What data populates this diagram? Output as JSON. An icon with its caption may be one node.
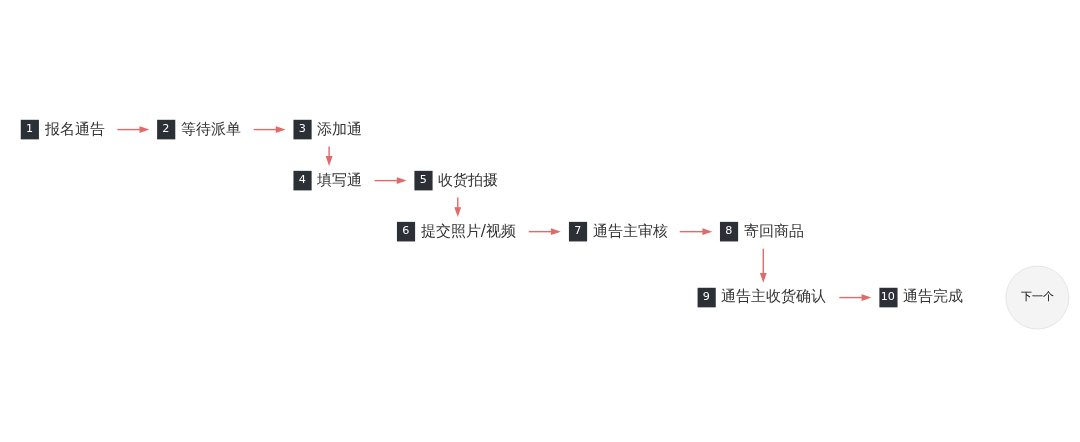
{
  "diagram": {
    "nodes": [
      {
        "text": [
          "1",
          "报名通告"
        ]
      },
      {
        "text": [
          "2",
          "等待派单"
        ]
      },
      {
        "text": [
          "3",
          "添加通"
        ]
      },
      {
        "text": [
          "4",
          "填写通"
        ]
      },
      {
        "text": [
          "5",
          "收货拍摄"
        ]
      },
      {
        "text": [
          "6",
          "提交照片/视频"
        ]
      },
      {
        "text": [
          "7",
          "通告主审核"
        ]
      },
      {
        "text": [
          "8",
          "寄回商品"
        ]
      },
      {
        "text": [
          "9",
          "通告主收货确认"
        ]
      },
      {
        "text": [
          "10",
          "通告完成"
        ]
      }
    ],
    "edges": [
      {
        "from": 0,
        "to": 1,
        "arrow": "to"
      },
      {
        "from": 1,
        "to": 2,
        "arrow": "to"
      },
      {
        "from": 2,
        "to": 3,
        "arrow": "to"
      },
      {
        "from": 3,
        "to": 4,
        "arrow": "to"
      },
      {
        "from": 4,
        "to": 5,
        "arrow": "to"
      },
      {
        "from": 5,
        "to": 6,
        "arrow": "to"
      },
      {
        "from": 6,
        "to": 7,
        "arrow": "to"
      },
      {
        "from": 7,
        "to": 8,
        "arrow": "to"
      },
      {
        "from": 8,
        "to": 9,
        "arrow": "to"
      }
    ],
    "labels": [
      "下一个"
    ]
  }
}
